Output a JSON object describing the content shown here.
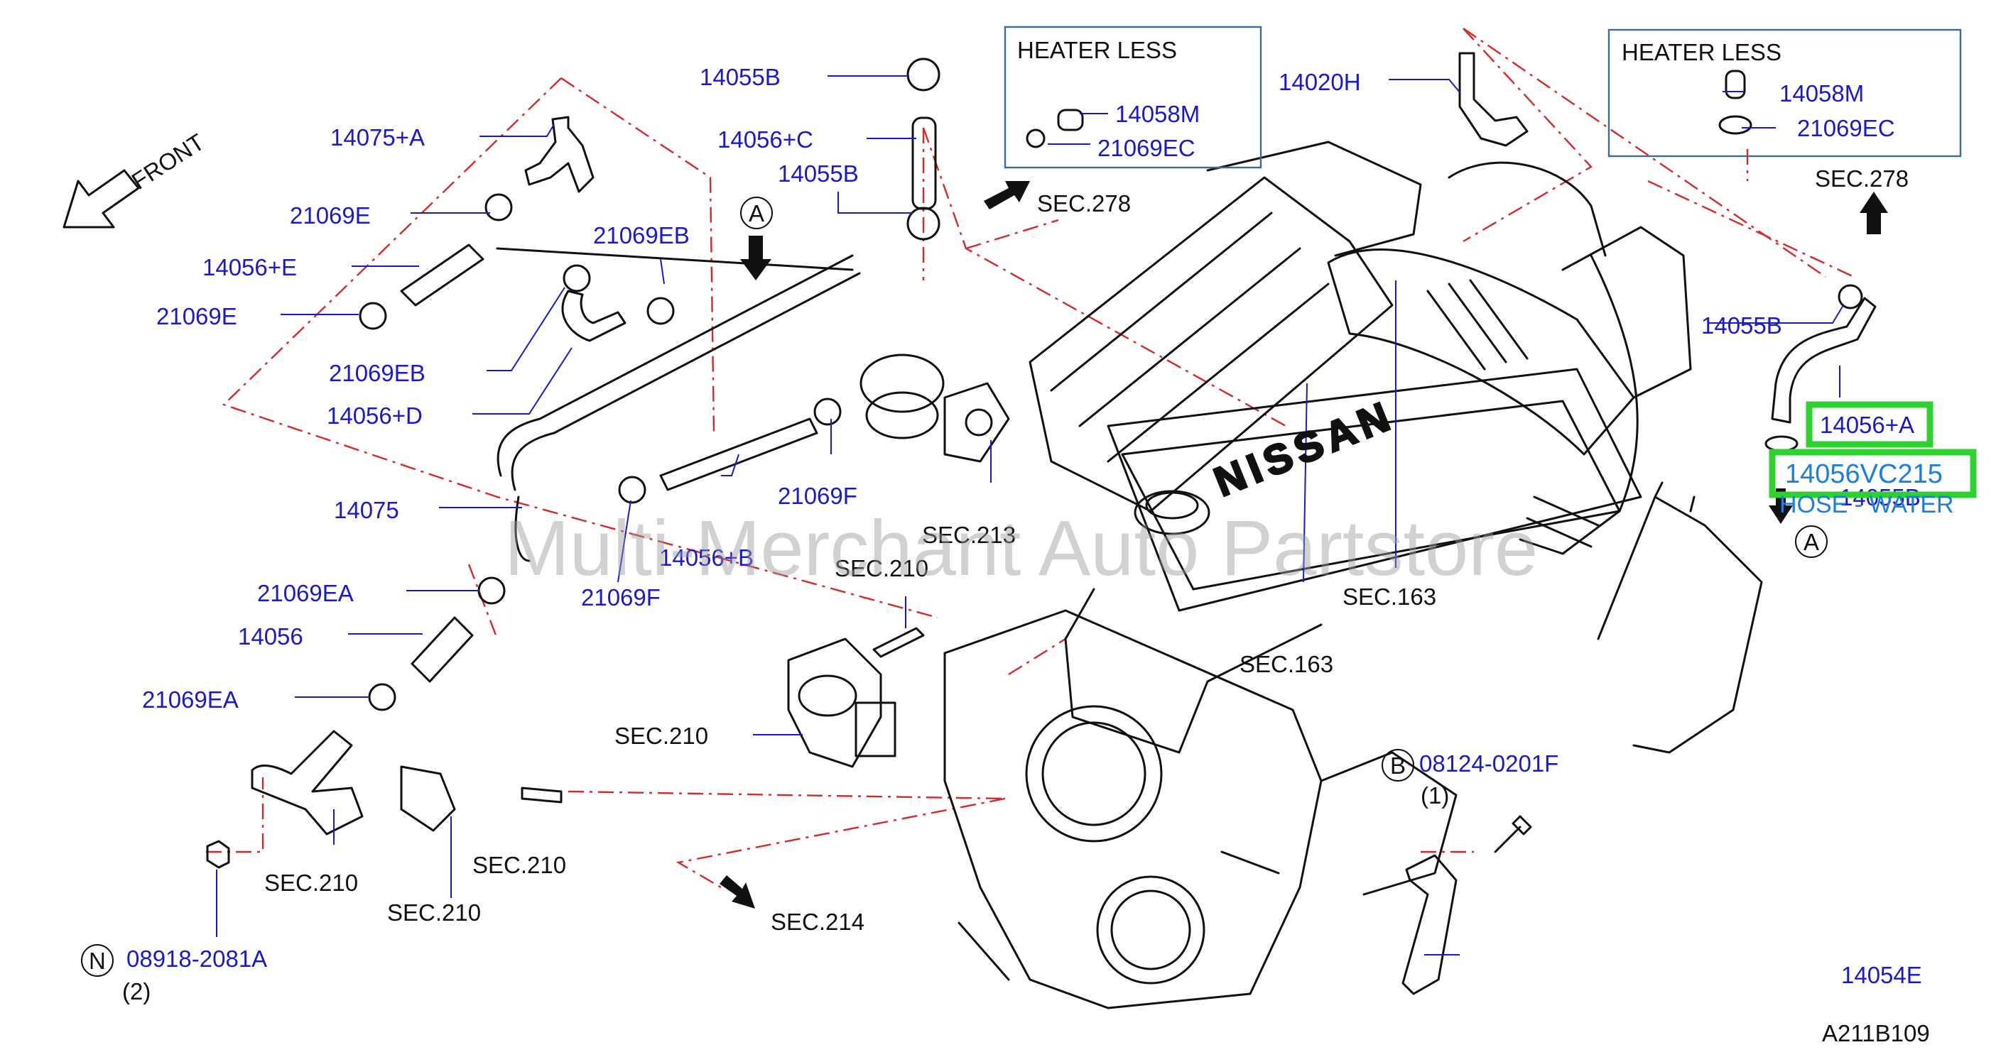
{
  "diagram": {
    "front_label": "FRONT",
    "watermark": "Multi-Merchant Auto Partstore",
    "figure_code": "A211B109",
    "nissan_logo": "NISSAN",
    "heater_box_left": {
      "title": "HEATER  LESS",
      "parts": [
        "14058M",
        "21069EC"
      ]
    },
    "heater_box_right": {
      "title": "HEATER  LESS",
      "parts": [
        "14058M",
        "21069EC"
      ]
    },
    "parts": {
      "p14075A": "14075+A",
      "p21069E_1": "21069E",
      "p14056E": "14056+E",
      "p21069E_2": "21069E",
      "p14055B_1": "14055B",
      "p14056C": "14056+C",
      "p14055B_2": "14055B",
      "p21069EB_1": "21069EB",
      "p21069EB_2": "21069EB",
      "p14056D": "14056+D",
      "p14075": "14075",
      "p14056B": "14056+B",
      "p21069F_1": "21069F",
      "p21069F_2": "21069F",
      "p21069EA_1": "21069EA",
      "p14056": "14056",
      "p21069EA_2": "21069EA",
      "p14020H": "14020H",
      "p14055B_3": "14055B",
      "p14056A": "14056+A",
      "p14056VC215": "14056VC215",
      "p14055B_4": "14055B",
      "hose_water": "HOSE - WATER",
      "p08124": "08124-0201F",
      "p08124_qty": "(1)",
      "p08918": "08918-2081A",
      "p08918_qty": "(2)",
      "p14054E": "14054E"
    },
    "sections": {
      "sec278_1": "SEC.278",
      "sec278_2": "SEC.278",
      "sec213": "SEC.213",
      "sec210_1": "SEC.210",
      "sec210_2": "SEC.210",
      "sec210_3": "SEC.210",
      "sec210_4": "SEC.210",
      "sec210_5": "SEC.210",
      "sec163_1": "SEC.163",
      "sec163_2": "SEC.163",
      "sec214": "SEC.214"
    },
    "callouts": {
      "a1": "A",
      "a2": "A",
      "b": "B",
      "n": "N"
    },
    "colors": {
      "part_label": "#1a1acc",
      "dash_line": "#d42a2a",
      "highlight": "#2fd12f",
      "selected_text": "#1a7fe0"
    }
  }
}
